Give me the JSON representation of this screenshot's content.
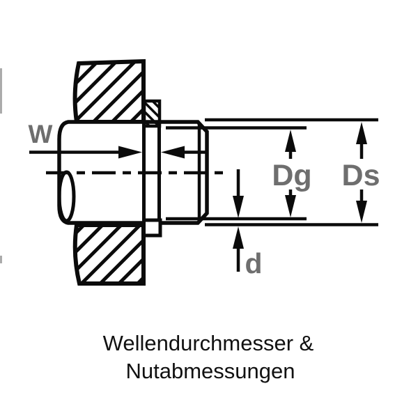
{
  "diagram": {
    "labels": {
      "groove_width": "W",
      "groove_diameter": "Dg",
      "shaft_diameter": "Ds",
      "groove_depth": "d"
    },
    "caption": {
      "line1": "Wellendurchmesser &",
      "line2": "Nutabmessungen"
    },
    "colors": {
      "line": "#0b0b0b",
      "dim_label": "#6e6e6e",
      "caption": "#111111",
      "background": "#ffffff",
      "edge_artifact": "#ababab"
    }
  }
}
